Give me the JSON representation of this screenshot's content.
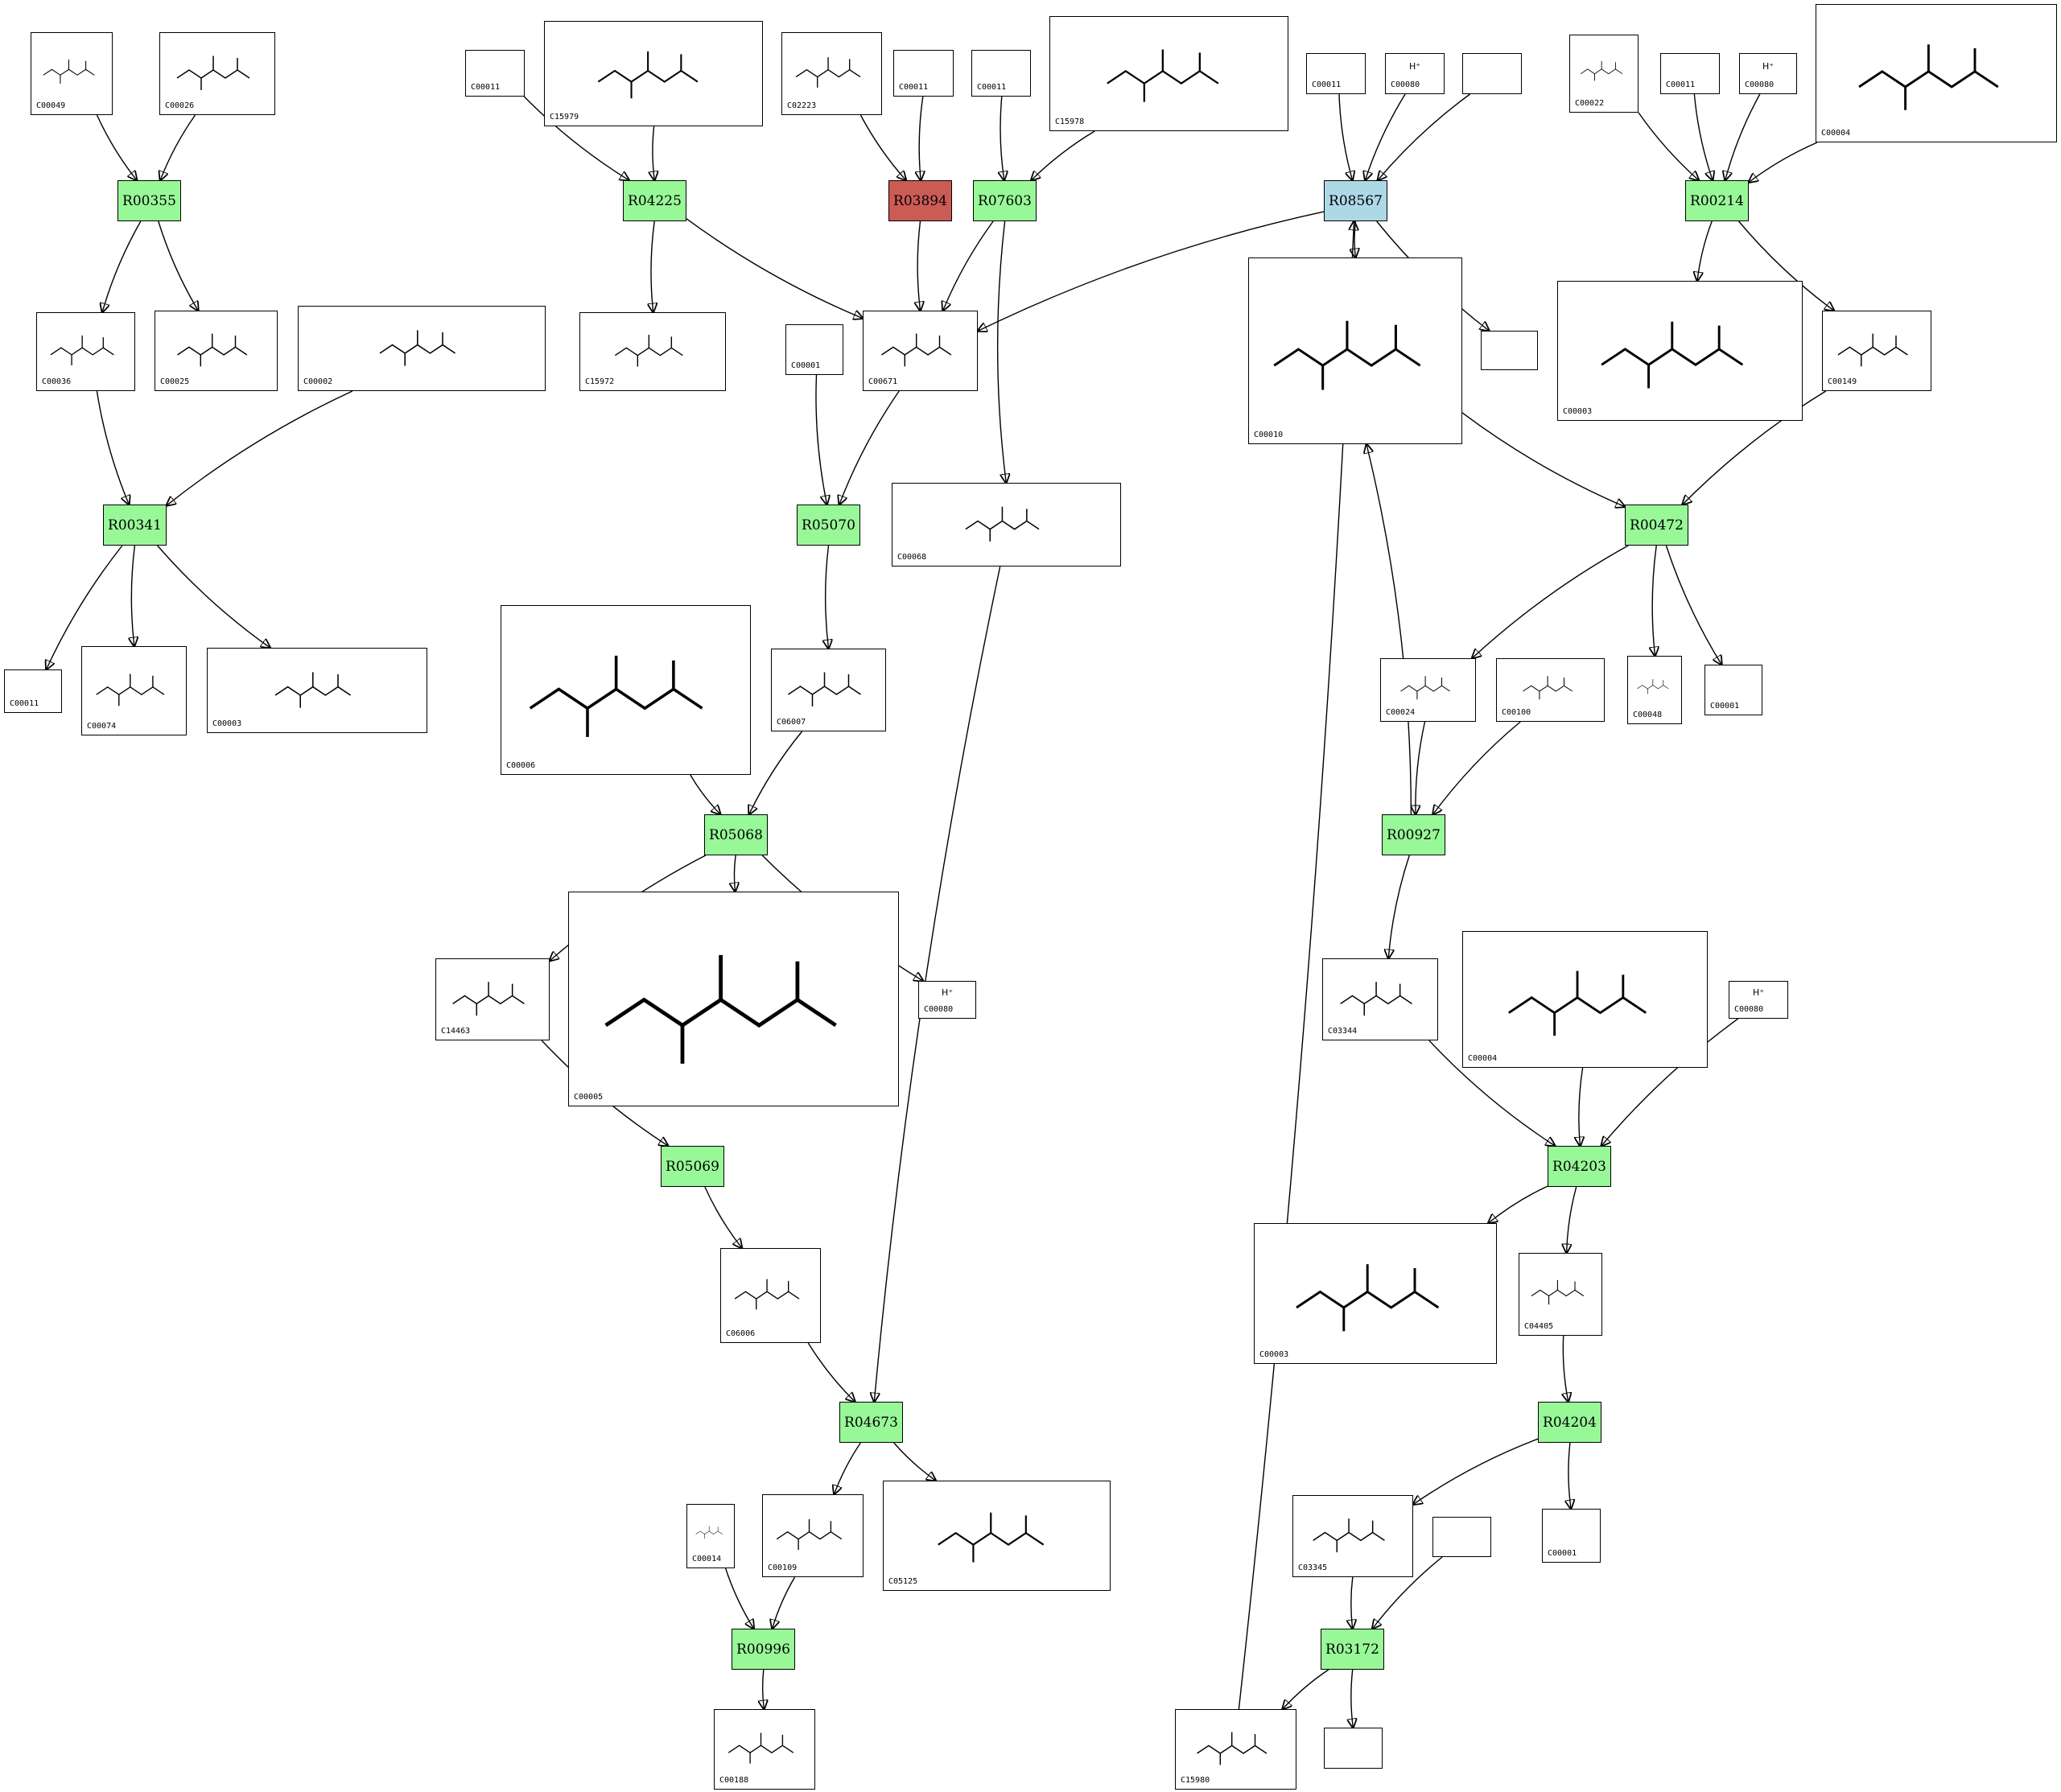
{
  "colors": {
    "reaction_default": "#98f898",
    "reaction_highlight": "#cc5b55",
    "reaction_selected": "#add8e6"
  },
  "compounds": {
    "c00049": {
      "id": "C00049"
    },
    "c00026": {
      "id": "C00026"
    },
    "c00011_a": {
      "id": "C00011"
    },
    "c15979": {
      "id": "C15979"
    },
    "c02223": {
      "id": "C02223"
    },
    "c00011_b": {
      "id": "C00011"
    },
    "c00011_c": {
      "id": "C00011"
    },
    "c15978": {
      "id": "C15978"
    },
    "c00011_d": {
      "id": "C00011"
    },
    "c00080_a": {
      "id": "C00080",
      "symbol": "H⁺"
    },
    "blank_a": {
      "id": ""
    },
    "c00022": {
      "id": "C00022"
    },
    "c00011_e": {
      "id": "C00011"
    },
    "c00080_b": {
      "id": "C00080",
      "symbol": "H⁺"
    },
    "c00004_a": {
      "id": "C00004"
    },
    "c00036": {
      "id": "C00036"
    },
    "c00025": {
      "id": "C00025"
    },
    "c00002": {
      "id": "C00002"
    },
    "c15972": {
      "id": "C15972"
    },
    "c00001_a": {
      "id": "C00001"
    },
    "c00671": {
      "id": "C00671"
    },
    "c00010": {
      "id": "C00010"
    },
    "blank_b": {
      "id": ""
    },
    "c00003_a": {
      "id": "C00003"
    },
    "c00149": {
      "id": "C00149"
    },
    "c00068": {
      "id": "C00068"
    },
    "c00011_f": {
      "id": "C00011"
    },
    "c00074": {
      "id": "C00074"
    },
    "c00003_b": {
      "id": "C00003"
    },
    "c00006": {
      "id": "C00006"
    },
    "c06007": {
      "id": "C06007"
    },
    "c00024": {
      "id": "C00024"
    },
    "c00100": {
      "id": "C00100"
    },
    "c00048": {
      "id": "C00048"
    },
    "c00001_b": {
      "id": "C00001"
    },
    "c00005": {
      "id": "C00005"
    },
    "c14463": {
      "id": "C14463"
    },
    "c00080_c": {
      "id": "C00080",
      "symbol": "H⁺"
    },
    "c03344": {
      "id": "C03344"
    },
    "c00004_b": {
      "id": "C00004"
    },
    "c00080_d": {
      "id": "C00080",
      "symbol": "H⁺"
    },
    "c06006": {
      "id": "C06006"
    },
    "c00003_c": {
      "id": "C00003"
    },
    "c04405": {
      "id": "C04405"
    },
    "c00014": {
      "id": "C00014"
    },
    "c00109": {
      "id": "C00109"
    },
    "c05125": {
      "id": "C05125"
    },
    "c03345": {
      "id": "C03345"
    },
    "blank_c": {
      "id": ""
    },
    "c00001_c": {
      "id": "C00001"
    },
    "c00188": {
      "id": "C00188"
    },
    "c15980": {
      "id": "C15980"
    },
    "blank_d": {
      "id": ""
    }
  },
  "reactions": {
    "r00355": {
      "label": "R00355",
      "state": "default"
    },
    "r04225": {
      "label": "R04225",
      "state": "default"
    },
    "r03894": {
      "label": "R03894",
      "state": "highlight"
    },
    "r07603": {
      "label": "R07603",
      "state": "default"
    },
    "r08567": {
      "label": "R08567",
      "state": "selected"
    },
    "r00214": {
      "label": "R00214",
      "state": "default"
    },
    "r00341": {
      "label": "R00341",
      "state": "default"
    },
    "r05070": {
      "label": "R05070",
      "state": "default"
    },
    "r00472": {
      "label": "R00472",
      "state": "default"
    },
    "r05068": {
      "label": "R05068",
      "state": "default"
    },
    "r00927": {
      "label": "R00927",
      "state": "default"
    },
    "r05069": {
      "label": "R05069",
      "state": "default"
    },
    "r04203": {
      "label": "R04203",
      "state": "default"
    },
    "r04673": {
      "label": "R04673",
      "state": "default"
    },
    "r04204": {
      "label": "R04204",
      "state": "default"
    },
    "r00996": {
      "label": "R00996",
      "state": "default"
    },
    "r03172": {
      "label": "R03172",
      "state": "default"
    }
  },
  "edges": [
    [
      "c00049",
      "r00355"
    ],
    [
      "c00026",
      "r00355"
    ],
    [
      "r00355",
      "c00036"
    ],
    [
      "r00355",
      "c00025"
    ],
    [
      "c00036",
      "r00341"
    ],
    [
      "c00002",
      "r00341"
    ],
    [
      "r00341",
      "c00011_f"
    ],
    [
      "r00341",
      "c00074"
    ],
    [
      "r00341",
      "c00003_b"
    ],
    [
      "c00011_a",
      "r04225"
    ],
    [
      "c15979",
      "r04225"
    ],
    [
      "r04225",
      "c15972"
    ],
    [
      "r04225",
      "c00671"
    ],
    [
      "c02223",
      "r03894"
    ],
    [
      "c00011_b",
      "r03894"
    ],
    [
      "r03894",
      "c00671"
    ],
    [
      "c00011_c",
      "r07603"
    ],
    [
      "c15978",
      "r07603"
    ],
    [
      "r07603",
      "c00671"
    ],
    [
      "r07603",
      "c00068"
    ],
    [
      "c00011_d",
      "r08567"
    ],
    [
      "c00080_a",
      "r08567"
    ],
    [
      "blank_a",
      "r08567"
    ],
    [
      "r08567",
      "c00671"
    ],
    [
      "r08567",
      "c00010"
    ],
    [
      "r08567",
      "blank_b"
    ],
    [
      "c00022",
      "r00214"
    ],
    [
      "c00011_e",
      "r00214"
    ],
    [
      "c00080_b",
      "r00214"
    ],
    [
      "c00004_a",
      "r00214"
    ],
    [
      "r00214",
      "c00003_a"
    ],
    [
      "r00214",
      "c00149"
    ],
    [
      "c00001_a",
      "r05070"
    ],
    [
      "c00671",
      "r05070"
    ],
    [
      "r05070",
      "c06007"
    ],
    [
      "c00149",
      "r00472"
    ],
    [
      "c00010",
      "r00472"
    ],
    [
      "r00472",
      "c00024"
    ],
    [
      "r00472",
      "c00048"
    ],
    [
      "r00472",
      "c00001_b"
    ],
    [
      "c00006",
      "r05068"
    ],
    [
      "c06007",
      "r05068"
    ],
    [
      "r05068",
      "c14463"
    ],
    [
      "r05068",
      "c00005"
    ],
    [
      "r05068",
      "c00080_c"
    ],
    [
      "c00024",
      "r00927"
    ],
    [
      "c00100",
      "r00927"
    ],
    [
      "r00927",
      "c03344"
    ],
    [
      "r00927",
      "c00010"
    ],
    [
      "c14463",
      "r05069"
    ],
    [
      "r05069",
      "c06006"
    ],
    [
      "c03344",
      "r04203"
    ],
    [
      "c00004_b",
      "r04203"
    ],
    [
      "c00080_d",
      "r04203"
    ],
    [
      "r04203",
      "c00003_c"
    ],
    [
      "r04203",
      "c04405"
    ],
    [
      "c06006",
      "r04673"
    ],
    [
      "c00068",
      "r04673"
    ],
    [
      "r04673",
      "c00109"
    ],
    [
      "r04673",
      "c05125"
    ],
    [
      "c04405",
      "r04204"
    ],
    [
      "r04204",
      "c03345"
    ],
    [
      "r04204",
      "c00001_c"
    ],
    [
      "c00014",
      "r00996"
    ],
    [
      "c00109",
      "r00996"
    ],
    [
      "r00996",
      "c00188"
    ],
    [
      "c03345",
      "r03172"
    ],
    [
      "blank_c",
      "r03172"
    ],
    [
      "r03172",
      "c15980"
    ],
    [
      "r03172",
      "blank_d"
    ],
    [
      "c15980",
      "r08567"
    ]
  ]
}
